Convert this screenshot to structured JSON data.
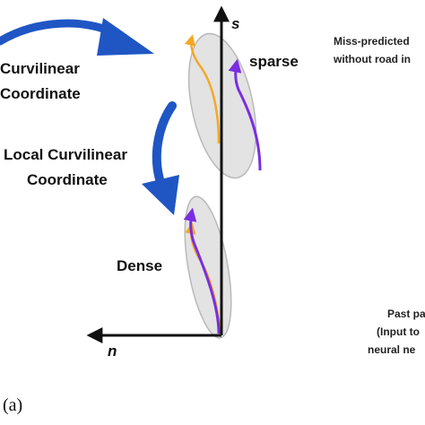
{
  "diagram": {
    "label_curvilinear_line1": "Curvilinear",
    "label_curvilinear_line2": "Coordinate",
    "label_local_line1": "Local Curvilinear",
    "label_local_line2": "Coordinate",
    "label_sparse": "sparse",
    "label_dense": "Dense",
    "axis_s": "s",
    "axis_n": "n",
    "note_miss_line1": "Miss-predicted",
    "note_miss_line2": "without road in",
    "note_past_line1": "Past pa",
    "note_past_line2": "(Input to",
    "note_past_line3": "neural ne",
    "panel_label": "(a)"
  },
  "colors": {
    "blue_arrow": "#1f56c4",
    "purple_path": "#7a2ee0",
    "orange_path": "#f4a825",
    "ellipse_fill": "#e3e3e3",
    "ellipse_stroke": "#b9b9b9",
    "axis": "#111111"
  }
}
